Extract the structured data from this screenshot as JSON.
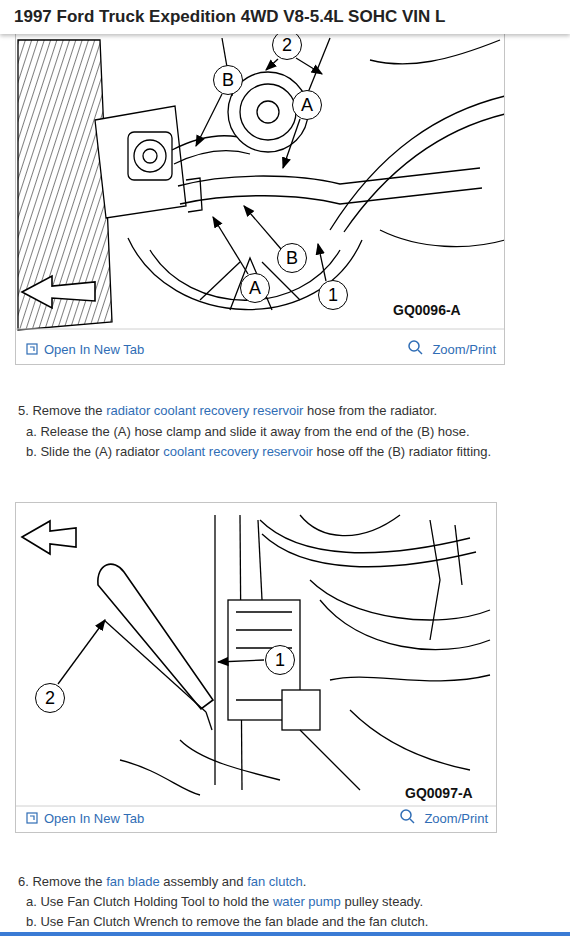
{
  "diagram": {
    "title": "1997 Ford Truck Expedition 4WD V8-5.4L SOHC VIN L",
    "nodes": [
      {
        "text": [
          "GQ0096-A",
          "Open In New Tab",
          "Zoom/Print"
        ]
      },
      {
        "text": [
          "2"
        ],
        "in": 0
      },
      {
        "text": [
          "B"
        ],
        "in": 0
      },
      {
        "text": [
          "A"
        ],
        "in": 0
      },
      {
        "text": [
          "B"
        ],
        "in": 0
      },
      {
        "text": [
          "A"
        ],
        "in": 0
      },
      {
        "text": [
          "1"
        ],
        "in": 0
      },
      {
        "text": [
          "GQ0097-A",
          "Open In New Tab",
          "Zoom/Print"
        ]
      },
      {
        "text": [
          "2"
        ],
        "in": 7
      },
      {
        "text": [
          "1"
        ],
        "in": 7
      }
    ],
    "labels": [
      "5. Remove the",
      "radiator coolant recovery reservoir",
      "hose from the radiator.",
      "a. Release the (A) hose clamp and slide it away from the end of the (B) hose.",
      "b. Slide the (A) radiator",
      "coolant recovery reservoir",
      "hose off the (B) radiator fitting.",
      "6. Remove the",
      "fan blade",
      "assembly and",
      "fan clutch",
      ".",
      "a. Use Fan Clutch Holding Tool to hold the",
      "water pump",
      "pulley steady.",
      "b. Use Fan Clutch Wrench to remove the fan blade and the fan clutch."
    ]
  }
}
